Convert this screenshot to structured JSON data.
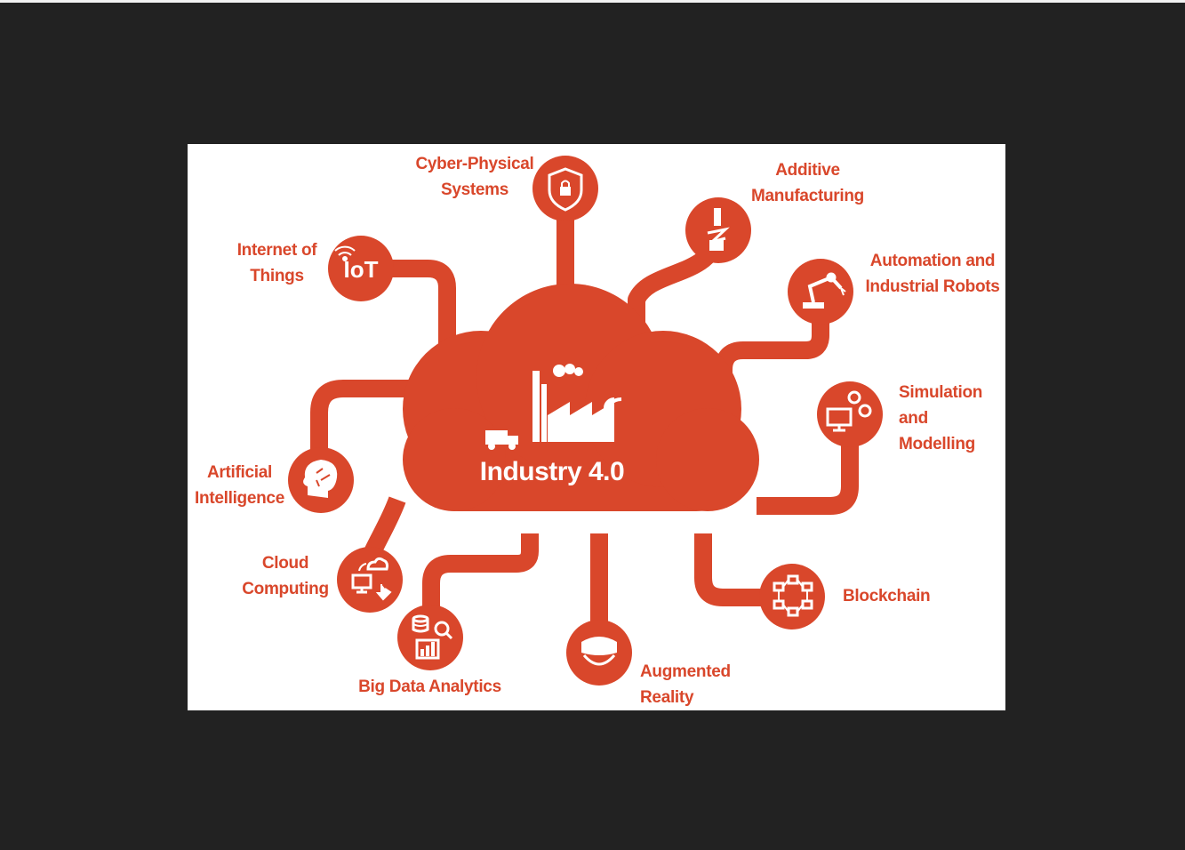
{
  "colors": {
    "accent": "#d9472b",
    "background": "#222222",
    "panel": "#ffffff",
    "icon": "#ffffff"
  },
  "center": {
    "title": "Industry 4.0",
    "icon": "factory-icon"
  },
  "nodes": [
    {
      "id": "cyber-physical",
      "label": "Cyber-Physical\nSystems",
      "icon": "shield-lock-icon"
    },
    {
      "id": "additive",
      "label": "Additive\nManufacturing",
      "icon": "3d-printer-icon"
    },
    {
      "id": "iot",
      "label": "Internet of\nThings",
      "icon": "iot-icon",
      "icon_text": "IoT"
    },
    {
      "id": "automation",
      "label": "Automation and\nIndustrial Robots",
      "icon": "robot-arm-icon"
    },
    {
      "id": "simulation",
      "label": "Simulation\nand Modelling",
      "icon": "monitor-gears-icon"
    },
    {
      "id": "ai",
      "label": "Artificial\nIntelligence",
      "icon": "brain-head-icon"
    },
    {
      "id": "cloud",
      "label": "Cloud\nComputing",
      "icon": "cloud-computing-icon"
    },
    {
      "id": "blockchain",
      "label": "Blockchain",
      "icon": "blockchain-icon"
    },
    {
      "id": "bigdata",
      "label": "Big Data Analytics",
      "icon": "data-analytics-icon"
    },
    {
      "id": "ar",
      "label": "Augmented Reality",
      "icon": "vr-headset-icon"
    }
  ]
}
